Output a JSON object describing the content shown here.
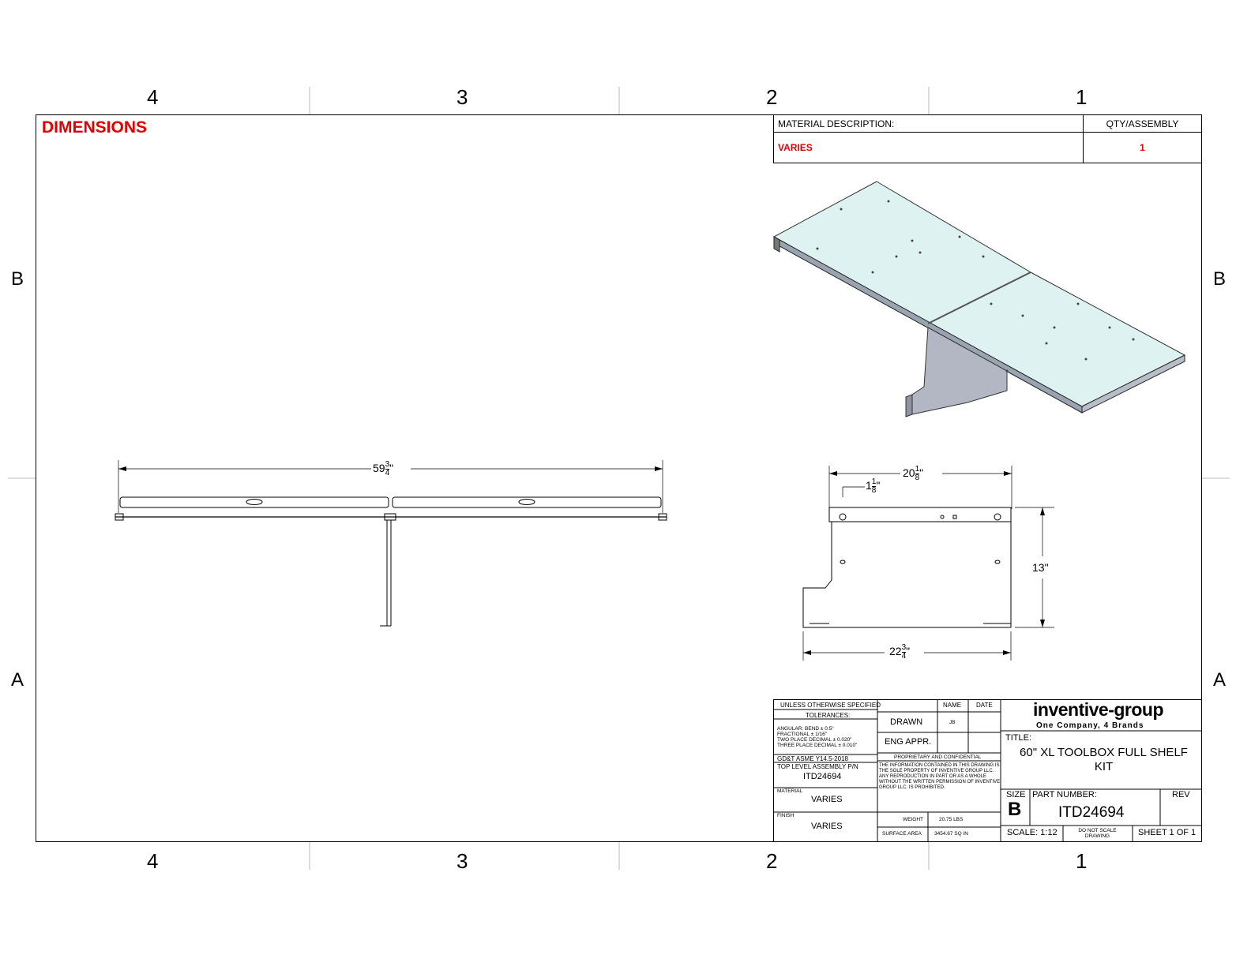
{
  "zones": {
    "columns": [
      "4",
      "3",
      "2",
      "1"
    ],
    "rows": [
      "B",
      "A"
    ]
  },
  "sheet": {
    "dimensions_title": "DIMENSIONS",
    "accent_color": "#e00000"
  },
  "material_block": {
    "description_header": "MATERIAL DESCRIPTION:",
    "qty_header": "QTY/ASSEMBLY",
    "description_value": "VARIES",
    "qty_value": "1"
  },
  "dimensions": {
    "overall_length": {
      "whole": "59",
      "num": "3",
      "den": "4",
      "unit": "\""
    },
    "depth": {
      "whole": "20",
      "num": "1",
      "den": "8",
      "unit": "\""
    },
    "flange": {
      "whole": "1",
      "num": "1",
      "den": "8",
      "unit": "\""
    },
    "height": "13\"",
    "base": {
      "whole": "22",
      "num": "3",
      "den": "4",
      "unit": "\""
    }
  },
  "title_block": {
    "unless_specified": "UNLESS OTHERWISE SPECIFIED",
    "tolerances": "TOLERANCES:",
    "tol_lines": [
      "ANGULAR:      BEND   ±  0.5°",
      "FRACTIONAL             ±  1/16\"",
      "TWO PLACE DECIMAL  ±  0.020\"",
      "THREE PLACE DECIMAL ±  0.010\""
    ],
    "gdt": "GD&T ASME Y14.5-2018",
    "name_header": "NAME",
    "date_header": "DATE",
    "drawn_label": "DRAWN",
    "drawn_name": "JB",
    "eng_appr_label": "ENG APPR.",
    "proprietary_header": "PROPRIETARY AND CONFIDENTIAL",
    "proprietary_text": "THE INFORMATION CONTAINED IN THIS DRAWING IS THE SOLE PROPERTY OF INVENTIVE GROUP LLC. ANY REPRODUCTION IN PART OR AS A WHOLE WITHOUT THE WRITTEN PERMISSION OF INVENTIVE GROUP LLC. IS PROHIBITED.",
    "top_level_label": "TOP LEVEL ASSEMBLY P/N",
    "top_level_value": "ITD24694",
    "material_label": "MATERIAL",
    "material_value": "VARIES",
    "finish_label": "FINISH",
    "finish_value": "VARIES",
    "weight_label": "WEIGHT",
    "weight_value": "20.75   LBS",
    "surface_label": "SURFACE AREA",
    "surface_value": "3454.67   SQ IN",
    "logo_main": "inventive-group",
    "logo_sub": "One Company, 4 Brands",
    "title_label": "TITLE:",
    "title_line1": "60\" XL TOOLBOX FULL SHELF",
    "title_line2": "KIT",
    "size_label": "SIZE",
    "size_value": "B",
    "part_label": "PART NUMBER:",
    "part_value": "ITD24694",
    "rev_label": "REV",
    "scale": "SCALE: 1:12",
    "do_not_scale_1": "DO NOT SCALE",
    "do_not_scale_2": "DRAWING",
    "sheet": "SHEET 1 OF 1"
  }
}
